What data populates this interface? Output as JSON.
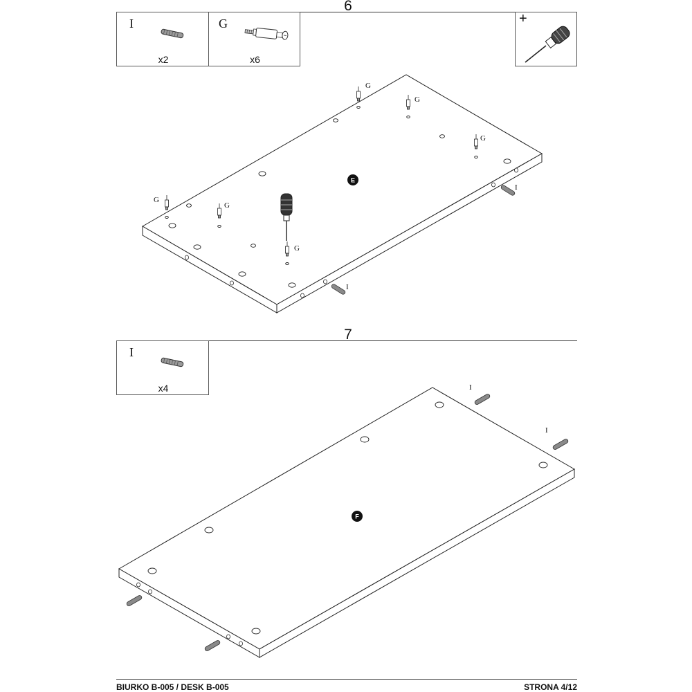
{
  "step6": {
    "number": "6",
    "parts": [
      {
        "letter": "I",
        "qty": "x2"
      },
      {
        "letter": "G",
        "qty": "x6"
      }
    ],
    "tool_icon": "screwdriver-icon",
    "tool_symbol": "+",
    "panel_label": "E",
    "callout_G": "G",
    "callout_I": "I"
  },
  "step7": {
    "number": "7",
    "parts": [
      {
        "letter": "I",
        "qty": "x4"
      }
    ],
    "panel_label": "F",
    "callout_I": "I"
  },
  "footer": {
    "left": "BIURKO B-005 / DESK B-005",
    "right": "STRONA 4/12"
  },
  "colors": {
    "line": "#222222",
    "badge": "#111111",
    "dowel": "#777777"
  }
}
